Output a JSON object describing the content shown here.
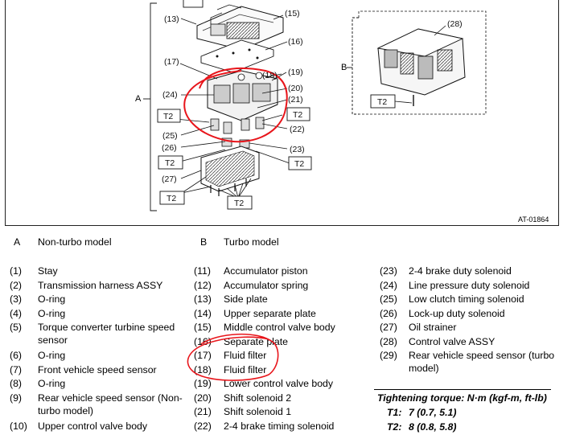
{
  "diagram": {
    "code": "AT-01864",
    "section_a": "A",
    "section_b": "B",
    "callouts": [
      {
        "id": "c13",
        "label": "(13)"
      },
      {
        "id": "c15",
        "label": "(15)"
      },
      {
        "id": "c16",
        "label": "(16)"
      },
      {
        "id": "c17",
        "label": "(17)"
      },
      {
        "id": "c18",
        "label": "(18)"
      },
      {
        "id": "c19",
        "label": "(19)"
      },
      {
        "id": "c20",
        "label": "(20)"
      },
      {
        "id": "c21",
        "label": "(21)"
      },
      {
        "id": "c22",
        "label": "(22)"
      },
      {
        "id": "c23",
        "label": "(23)"
      },
      {
        "id": "c24",
        "label": "(24)"
      },
      {
        "id": "c25",
        "label": "(25)"
      },
      {
        "id": "c26",
        "label": "(26)"
      },
      {
        "id": "c27",
        "label": "(27)"
      },
      {
        "id": "c28",
        "label": "(28)"
      }
    ],
    "torque_tags": [
      "T2",
      "T2",
      "T2",
      "T2",
      "T2",
      "T2",
      "T2"
    ],
    "colors": {
      "highlight": "#e8151b",
      "line": "#111111"
    }
  },
  "models": [
    {
      "letter": "A",
      "name": "Non-turbo model"
    },
    {
      "letter": "B",
      "name": "Turbo model"
    }
  ],
  "parts_col1": [
    {
      "num": "(1)",
      "lines": [
        "Stay"
      ]
    },
    {
      "num": "(2)",
      "lines": [
        "Transmission harness ASSY"
      ]
    },
    {
      "num": "(3)",
      "lines": [
        "O-ring"
      ]
    },
    {
      "num": "(4)",
      "lines": [
        "O-ring"
      ]
    },
    {
      "num": "(5)",
      "lines": [
        "Torque converter turbine speed",
        "sensor"
      ]
    },
    {
      "num": "(6)",
      "lines": [
        "O-ring"
      ]
    },
    {
      "num": "(7)",
      "lines": [
        "Front vehicle speed sensor"
      ]
    },
    {
      "num": "(8)",
      "lines": [
        "O-ring"
      ]
    },
    {
      "num": "(9)",
      "lines": [
        "Rear vehicle speed sensor (Non-",
        "turbo model)"
      ]
    },
    {
      "num": "(10)",
      "lines": [
        "Upper control valve body"
      ]
    }
  ],
  "parts_col2": [
    {
      "num": "(11)",
      "lines": [
        "Accumulator piston"
      ]
    },
    {
      "num": "(12)",
      "lines": [
        "Accumulator spring"
      ]
    },
    {
      "num": "(13)",
      "lines": [
        "Side plate"
      ]
    },
    {
      "num": "(14)",
      "lines": [
        "Upper separate plate"
      ]
    },
    {
      "num": "(15)",
      "lines": [
        "Middle control valve body"
      ]
    },
    {
      "num": "(16)",
      "lines": [
        "Separate plate"
      ]
    },
    {
      "num": "(17)",
      "lines": [
        "Fluid filter"
      ]
    },
    {
      "num": "(18)",
      "lines": [
        "Fluid filter"
      ]
    },
    {
      "num": "(19)",
      "lines": [
        "Lower control valve body"
      ]
    },
    {
      "num": "(20)",
      "lines": [
        "Shift solenoid 2"
      ]
    },
    {
      "num": "(21)",
      "lines": [
        "Shift solenoid 1"
      ]
    },
    {
      "num": "(22)",
      "lines": [
        "2-4 brake timing solenoid"
      ]
    }
  ],
  "parts_col3": [
    {
      "num": "(23)",
      "lines": [
        "2-4 brake duty solenoid"
      ]
    },
    {
      "num": "(24)",
      "lines": [
        "Line pressure duty solenoid"
      ]
    },
    {
      "num": "(25)",
      "lines": [
        "Low clutch timing solenoid"
      ]
    },
    {
      "num": "(26)",
      "lines": [
        "Lock-up duty solenoid"
      ]
    },
    {
      "num": "(27)",
      "lines": [
        "Oil strainer"
      ]
    },
    {
      "num": "(28)",
      "lines": [
        "Control valve ASSY"
      ]
    },
    {
      "num": "(29)",
      "lines": [
        "Rear vehicle speed sensor (turbo",
        "model)"
      ]
    }
  ],
  "torque": {
    "title": "Tightening torque: N·m (kgf-m, ft-lb)",
    "rows": [
      {
        "key": "T1:",
        "value": "7 (0.7, 5.1)"
      },
      {
        "key": "T2:",
        "value": "8 (0.8, 5.8)"
      }
    ]
  }
}
